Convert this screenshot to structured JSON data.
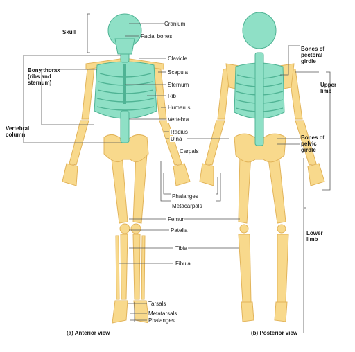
{
  "colors": {
    "bone": "#f8d98c",
    "bone_edge": "#e2b45a",
    "axial": "#8fe0c6",
    "axial_edge": "#4fb394",
    "line": "#555555"
  },
  "labels": {
    "skull": "Skull",
    "cranium": "Cranium",
    "facial_bones": "Facial bones",
    "bony_thorax_1": "Bony thorax",
    "bony_thorax_2": "(ribs and",
    "bony_thorax_3": "sternum)",
    "clavicle": "Clavicle",
    "scapula": "Scapula",
    "sternum": "Sternum",
    "rib": "Rib",
    "humerus": "Humerus",
    "vertebra": "Vertebra",
    "radius": "Radius",
    "ulna": "Ulna",
    "vertebral_column_1": "Vertebral",
    "vertebral_column_2": "column",
    "carpals": "Carpals",
    "phalanges_hand": "Phalanges",
    "metacarpals": "Metacarpals",
    "femur": "Femur",
    "patella": "Patella",
    "tibia": "Tibia",
    "fibula": "Fibula",
    "tarsals": "Tarsals",
    "metatarsals": "Metatarsals",
    "phalanges_foot": "Phalanges",
    "pectoral_1": "Bones of",
    "pectoral_2": "pectoral",
    "pectoral_3": "girdle",
    "upper_limb_1": "Upper",
    "upper_limb_2": "limb",
    "pelvic_1": "Bones of",
    "pelvic_2": "pelvic",
    "pelvic_3": "girdle",
    "lower_limb_1": "Lower",
    "lower_limb_2": "limb"
  },
  "captions": {
    "anterior": "(a) Anterior view",
    "posterior": "(b) Posterior view"
  }
}
